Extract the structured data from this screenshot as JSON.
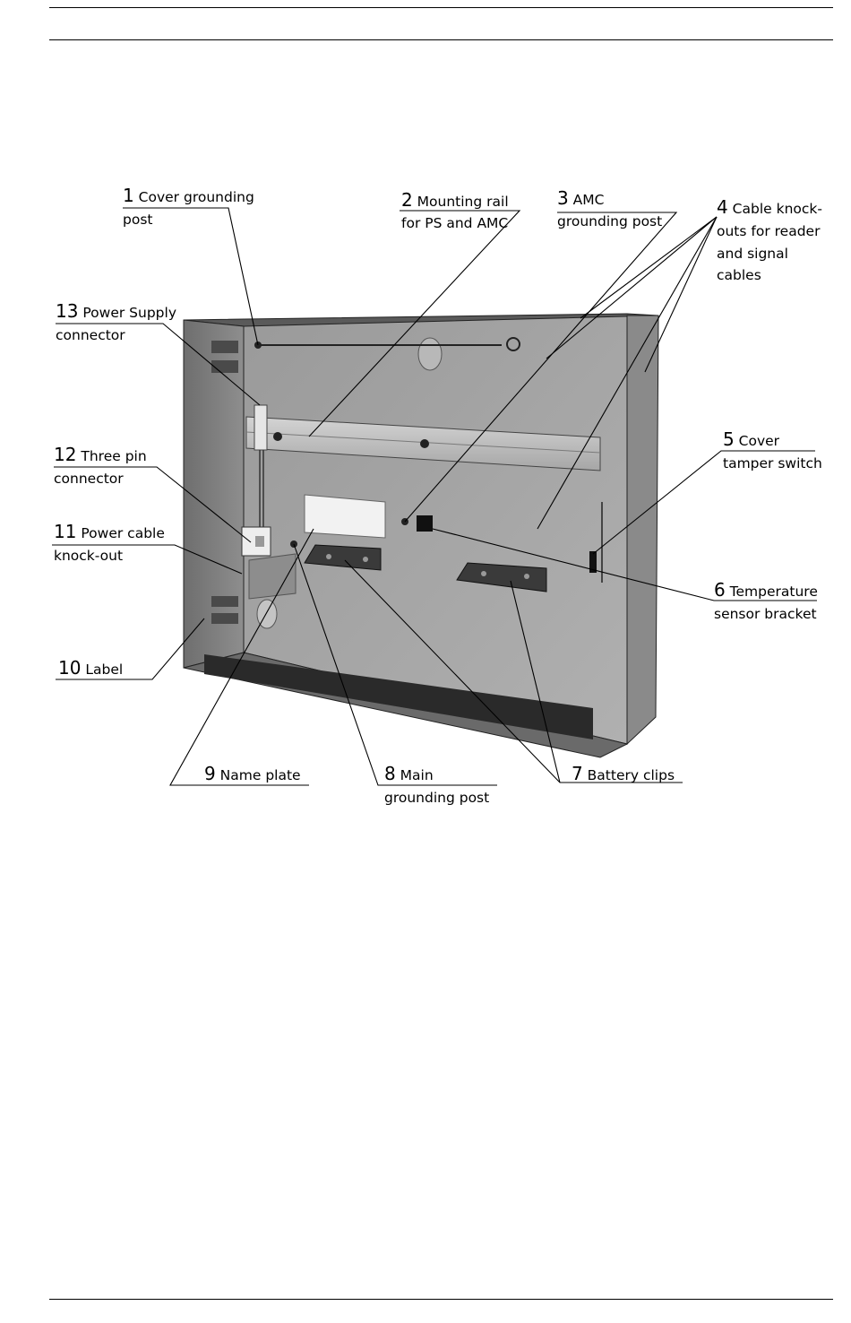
{
  "figure": {
    "callouts": [
      {
        "num": "1",
        "lines": [
          "Cover grounding",
          "post"
        ]
      },
      {
        "num": "2",
        "lines": [
          "Mounting rail",
          "for PS and AMC"
        ]
      },
      {
        "num": "3",
        "lines": [
          "AMC",
          "grounding post"
        ]
      },
      {
        "num": "4",
        "lines": [
          "Cable knock-",
          "outs for reader",
          "and signal",
          "cables"
        ]
      },
      {
        "num": "5",
        "lines": [
          "Cover",
          "tamper switch"
        ]
      },
      {
        "num": "6",
        "lines": [
          "Temperature",
          "sensor bracket"
        ]
      },
      {
        "num": "7",
        "lines": [
          "Battery clips"
        ]
      },
      {
        "num": "8",
        "lines": [
          "Main",
          "grounding post"
        ]
      },
      {
        "num": "9",
        "lines": [
          "Name plate"
        ]
      },
      {
        "num": "10",
        "lines": [
          "Label"
        ]
      },
      {
        "num": "11",
        "lines": [
          "Power cable",
          "knock-out"
        ]
      },
      {
        "num": "12",
        "lines": [
          "Three pin",
          "connector"
        ]
      },
      {
        "num": "13",
        "lines": [
          "Power Supply",
          "connector"
        ]
      }
    ]
  }
}
